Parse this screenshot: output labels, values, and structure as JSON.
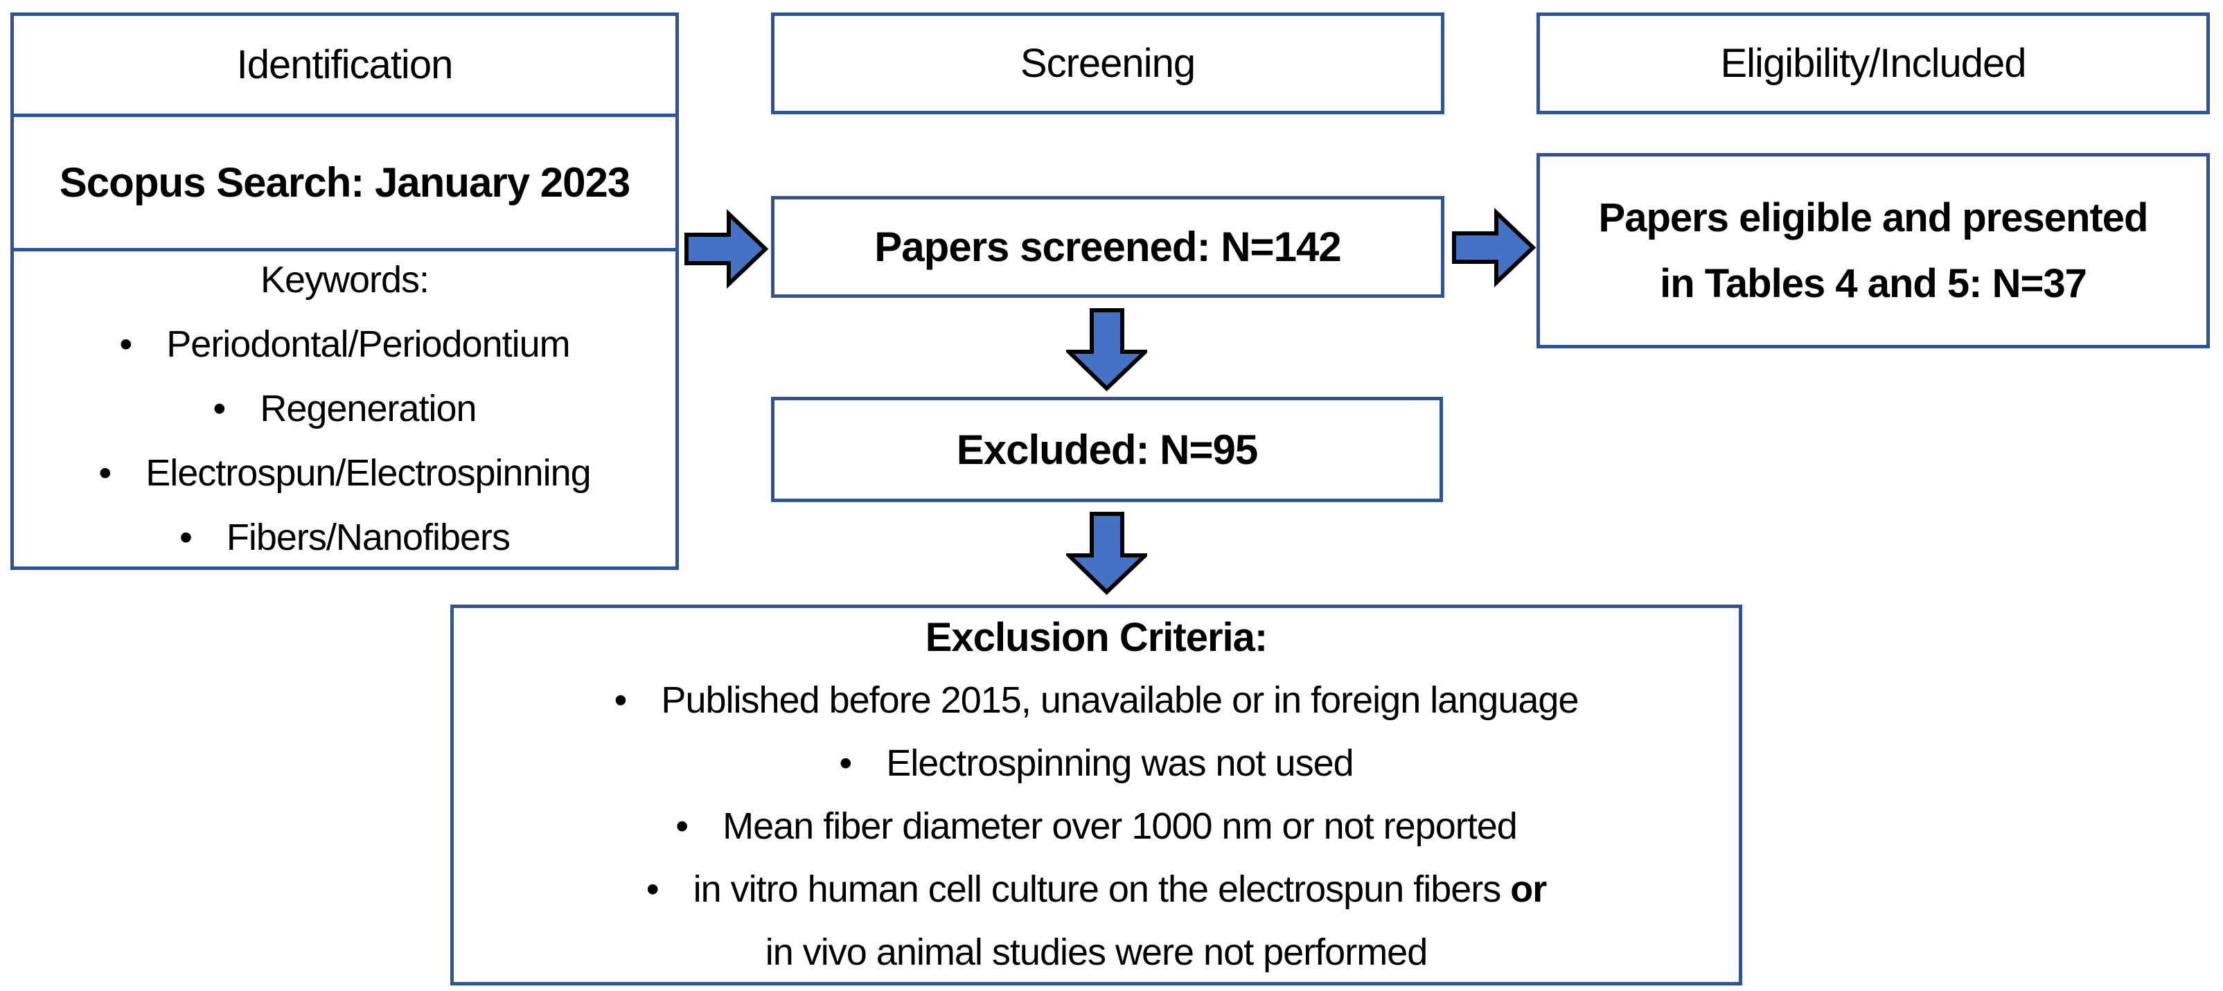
{
  "palette": {
    "box_border": "#2F5496",
    "arrow_fill": "#4472C4",
    "arrow_outline": "#000000",
    "text_color": "#000000",
    "background": "#FFFFFF"
  },
  "bullets": {
    "char": "•"
  },
  "identification": {
    "header": "Identification",
    "search_line": "Scopus Search: January 2023",
    "keywords_title": "Keywords:",
    "keywords": [
      "Periodontal/Periodontium",
      "Regeneration",
      "Electrospun/Electrospinning",
      "Fibers/Nanofibers"
    ]
  },
  "screening": {
    "header": "Screening",
    "screened_line": "Papers screened: N=142",
    "excluded_line": "Excluded: N=95"
  },
  "eligibility": {
    "header": "Eligibility/Included",
    "included_line1": "Papers eligible and presented",
    "included_line2": "in Tables 4 and 5: N=37"
  },
  "exclusion": {
    "title": "Exclusion Criteria:",
    "items": [
      "Published before 2015, unavailable or in foreign language",
      "Electrospinning was not used",
      "Mean fiber diameter over 1000 nm or not reported",
      {
        "text": "in vitro human cell culture on the electrospun fibers",
        "bold_suffix": "or",
        "continuation": "in vivo animal studies were not performed"
      }
    ]
  }
}
